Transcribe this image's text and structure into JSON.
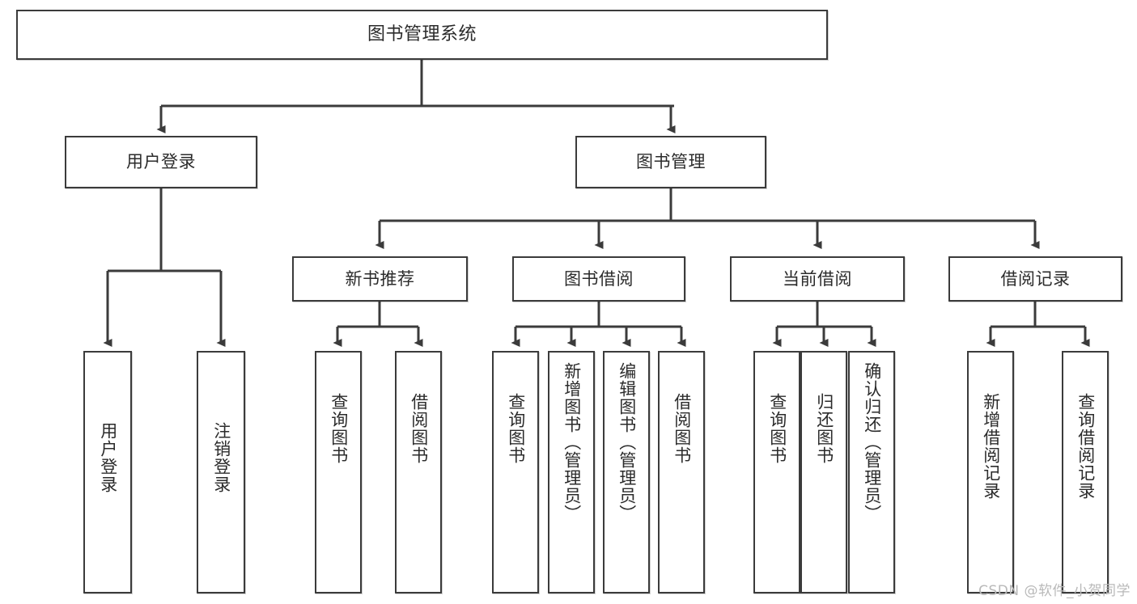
{
  "diagram": {
    "title": "图书管理系统",
    "watermark": "CSDN @软件_小贺同学",
    "line_color": "#3b3b3b",
    "text_color": "#2b2b2b",
    "background": "#ffffff",
    "root": {
      "label": "图书管理系统"
    },
    "level2": [
      {
        "label": "用户登录"
      },
      {
        "label": "图书管理"
      }
    ],
    "level3": [
      {
        "label": "新书推荐"
      },
      {
        "label": "图书借阅"
      },
      {
        "label": "当前借阅"
      },
      {
        "label": "借阅记录"
      }
    ],
    "leaves": {
      "user_login": [
        {
          "label": "用户登录"
        },
        {
          "label": "注销登录"
        }
      ],
      "new_book": [
        {
          "label": "查询图书"
        },
        {
          "label": "借阅图书"
        }
      ],
      "book_borrow": [
        {
          "label": "查询图书"
        },
        {
          "label": "新增图书（管理员）"
        },
        {
          "label": "编辑图书（管理员）"
        },
        {
          "label": "借阅图书"
        }
      ],
      "current_borrow": [
        {
          "label": "查询图书"
        },
        {
          "label": "归还图书"
        },
        {
          "label": "确认归还（管理员）"
        }
      ],
      "borrow_record": [
        {
          "label": "新增借阅记录"
        },
        {
          "label": "查询借阅记录"
        }
      ]
    }
  }
}
